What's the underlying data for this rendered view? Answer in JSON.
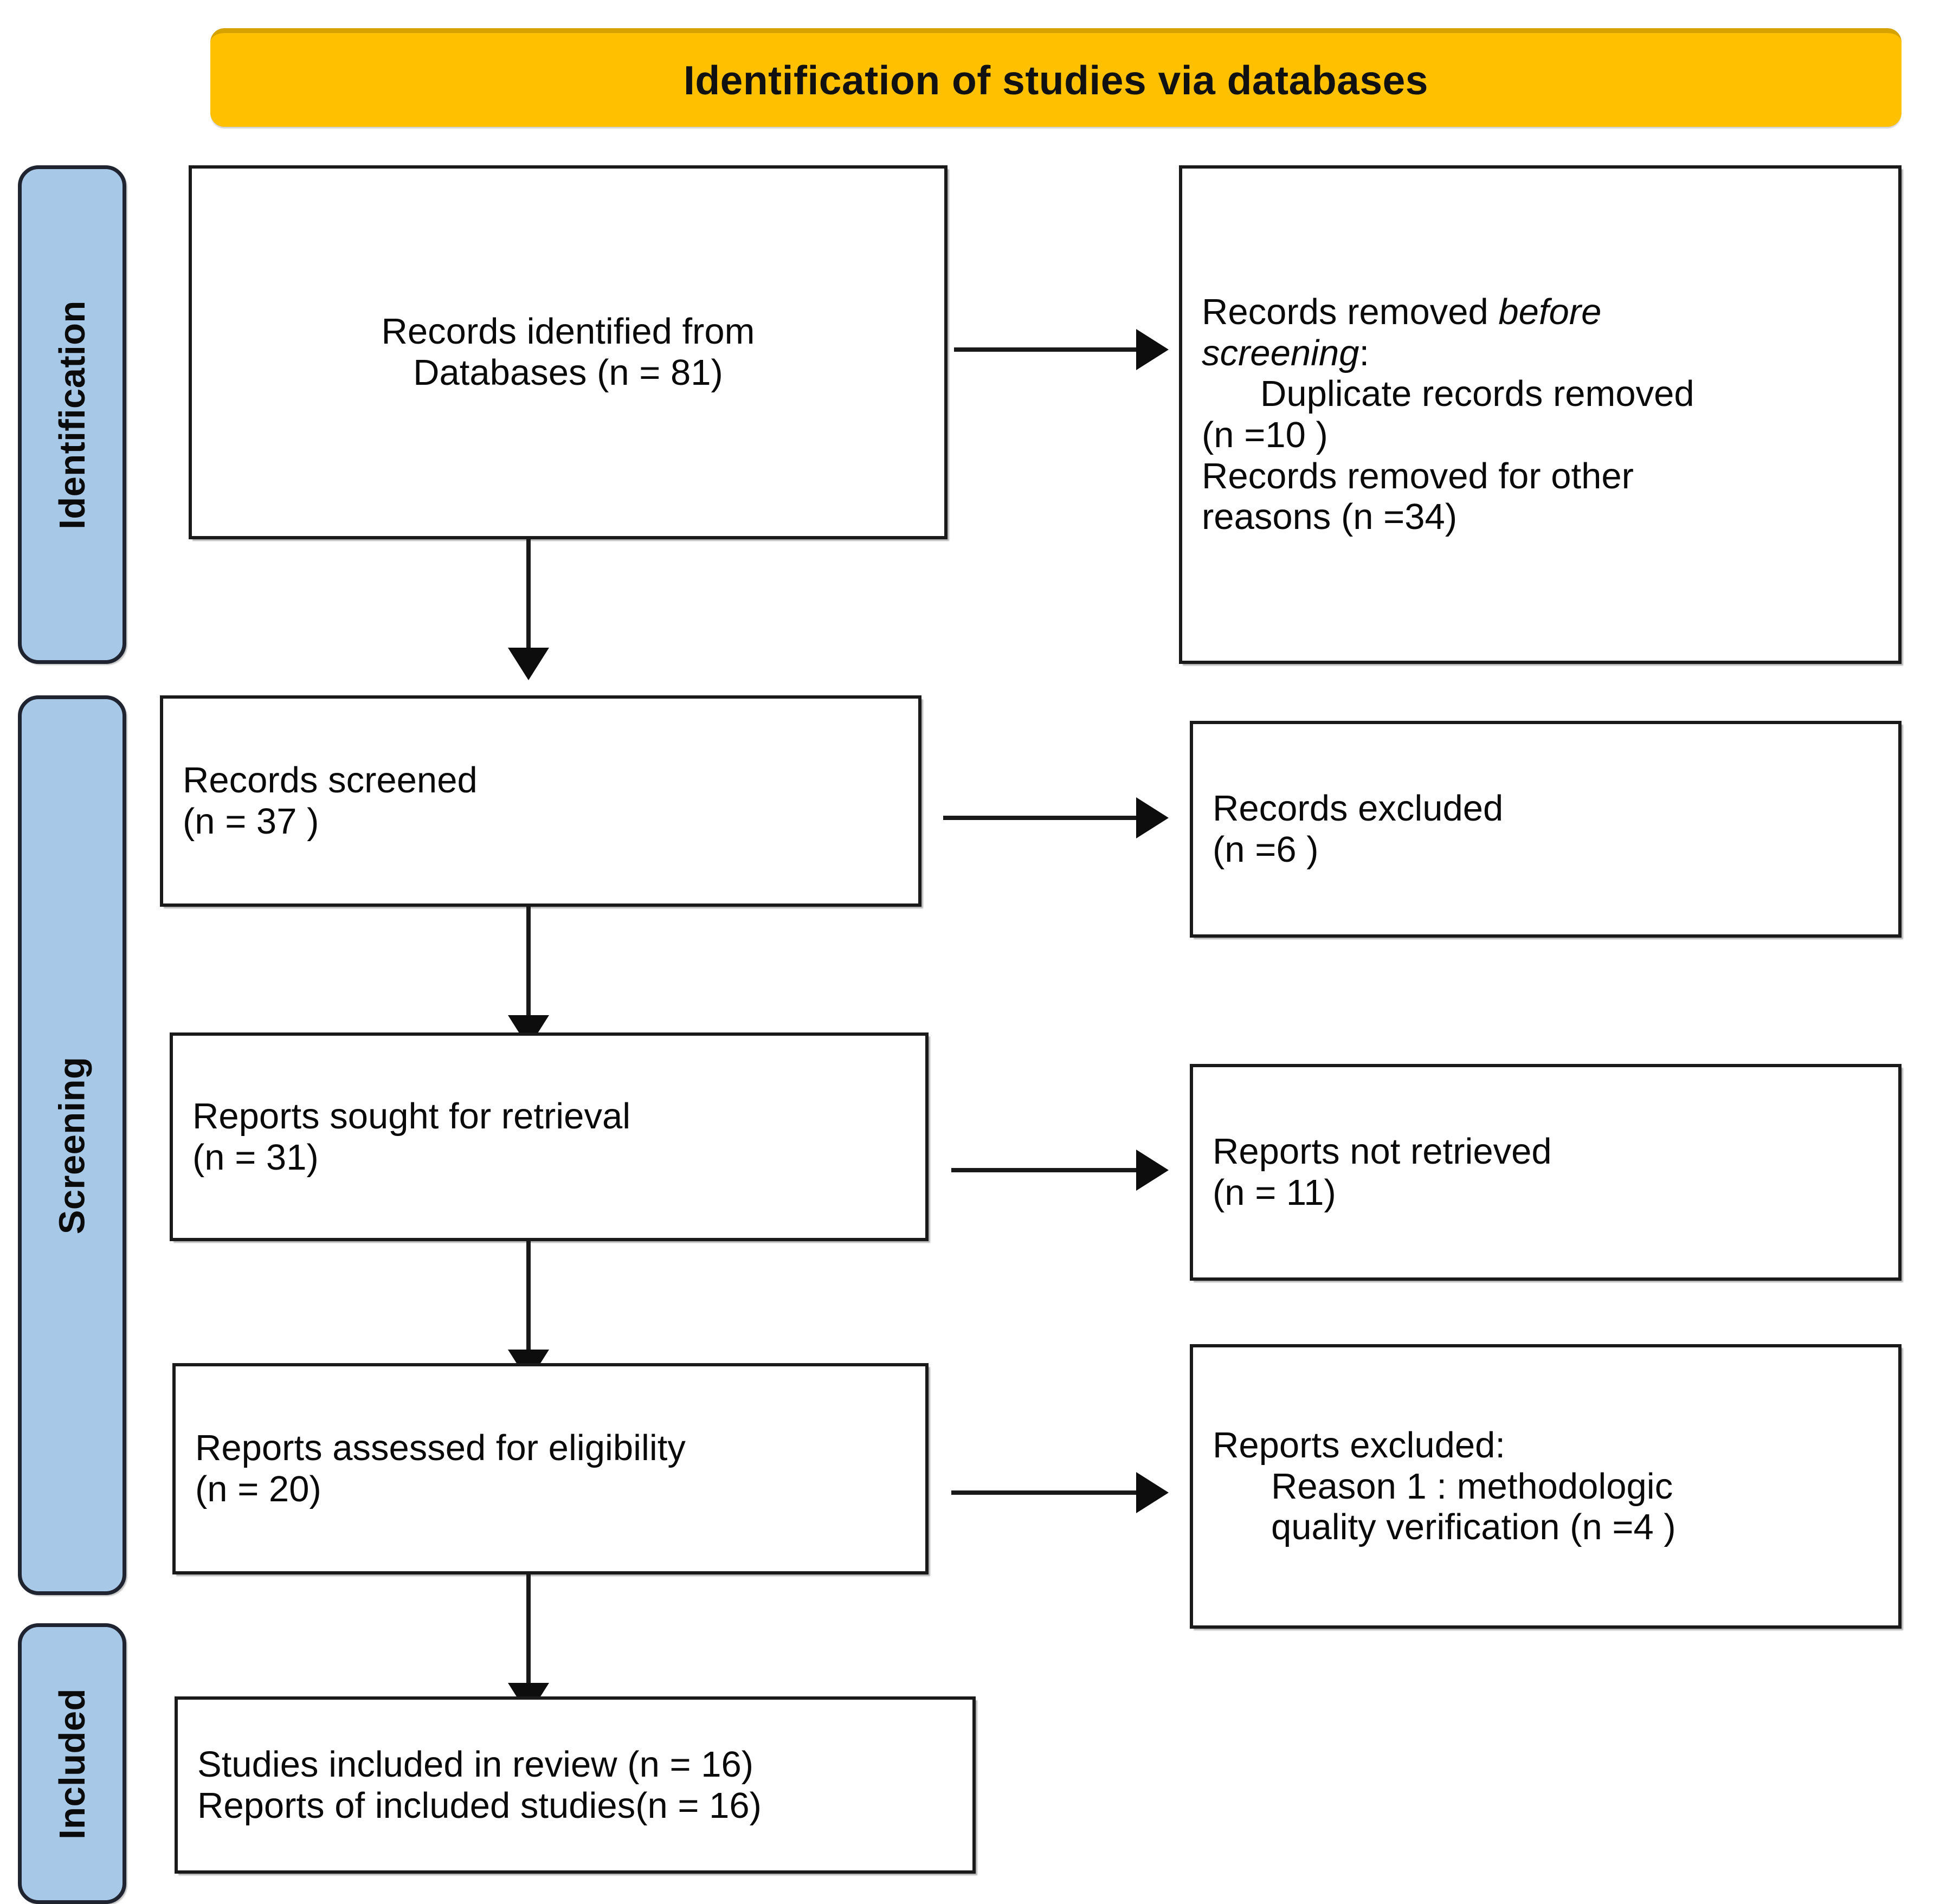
{
  "banner": {
    "title": "Identification of studies via databases",
    "color": "#FFC000"
  },
  "stages": [
    {
      "label": "Identification",
      "color": "#A8C8E8"
    },
    {
      "label": "Screening",
      "color": "#A8C8E8"
    },
    {
      "label": "Included",
      "color": "#A8C8E8"
    }
  ],
  "boxes": {
    "records_identified": {
      "line1": "Records identified from",
      "line2": "Databases (n = 81)"
    },
    "records_removed": {
      "line1": "Records removed ",
      "line1_italic": "before",
      "line2_italic": "screening",
      "line2_tail": ":",
      "line3": "Duplicate records removed",
      "line4": "(n =10 )",
      "line5": "Records removed for other",
      "line6": "reasons (n =34)"
    },
    "records_screened": {
      "line1": "Records screened",
      "line2": "(n = 37 )"
    },
    "records_excluded": {
      "line1": "Records excluded",
      "line2": "(n =6 )"
    },
    "reports_sought": {
      "line1": "Reports sought for retrieval",
      "line2": "(n = 31)"
    },
    "reports_not_retrieved": {
      "line1": "Reports not retrieved",
      "line2": "(n = 11)"
    },
    "reports_assessed": {
      "line1": "Reports assessed for eligibility",
      "line2": "(n = 20)"
    },
    "reports_excluded": {
      "line1": "Reports excluded:",
      "line2": "Reason 1 : methodologic",
      "line3": "quality verification (n =4 )"
    },
    "studies_included": {
      "line1": "Studies included in review (n = 16)",
      "line2": "Reports of included studies(n = 16)"
    }
  },
  "chart_data": {
    "type": "diagram",
    "title": "Identification of studies via databases",
    "stages": [
      "Identification",
      "Screening",
      "Included"
    ],
    "nodes": [
      {
        "id": "records_identified",
        "stage": "Identification",
        "label": "Records identified from Databases",
        "n": 81
      },
      {
        "id": "records_removed",
        "stage": "Identification",
        "label": "Records removed before screening",
        "children": [
          {
            "label": "Duplicate records removed",
            "n": 10
          },
          {
            "label": "Records removed for other reasons",
            "n": 34
          }
        ]
      },
      {
        "id": "records_screened",
        "stage": "Screening",
        "label": "Records screened",
        "n": 37
      },
      {
        "id": "records_excluded",
        "stage": "Screening",
        "label": "Records excluded",
        "n": 6
      },
      {
        "id": "reports_sought",
        "stage": "Screening",
        "label": "Reports sought for retrieval",
        "n": 31
      },
      {
        "id": "reports_not_retrieved",
        "stage": "Screening",
        "label": "Reports not retrieved",
        "n": 11
      },
      {
        "id": "reports_assessed",
        "stage": "Screening",
        "label": "Reports assessed for eligibility",
        "n": 20
      },
      {
        "id": "reports_excluded",
        "stage": "Screening",
        "label": "Reports excluded: Reason 1 : methodologic quality verification",
        "n": 4
      },
      {
        "id": "studies_included",
        "stage": "Included",
        "label": "Studies included in review",
        "n": 16
      },
      {
        "id": "reports_of_included",
        "stage": "Included",
        "label": "Reports of included studies",
        "n": 16
      }
    ],
    "edges": [
      {
        "from": "records_identified",
        "to": "records_removed",
        "direction": "right"
      },
      {
        "from": "records_identified",
        "to": "records_screened",
        "direction": "down"
      },
      {
        "from": "records_screened",
        "to": "records_excluded",
        "direction": "right"
      },
      {
        "from": "records_screened",
        "to": "reports_sought",
        "direction": "down"
      },
      {
        "from": "reports_sought",
        "to": "reports_not_retrieved",
        "direction": "right"
      },
      {
        "from": "reports_sought",
        "to": "reports_assessed",
        "direction": "down"
      },
      {
        "from": "reports_assessed",
        "to": "reports_excluded",
        "direction": "right"
      },
      {
        "from": "reports_assessed",
        "to": "studies_included",
        "direction": "down"
      }
    ]
  }
}
